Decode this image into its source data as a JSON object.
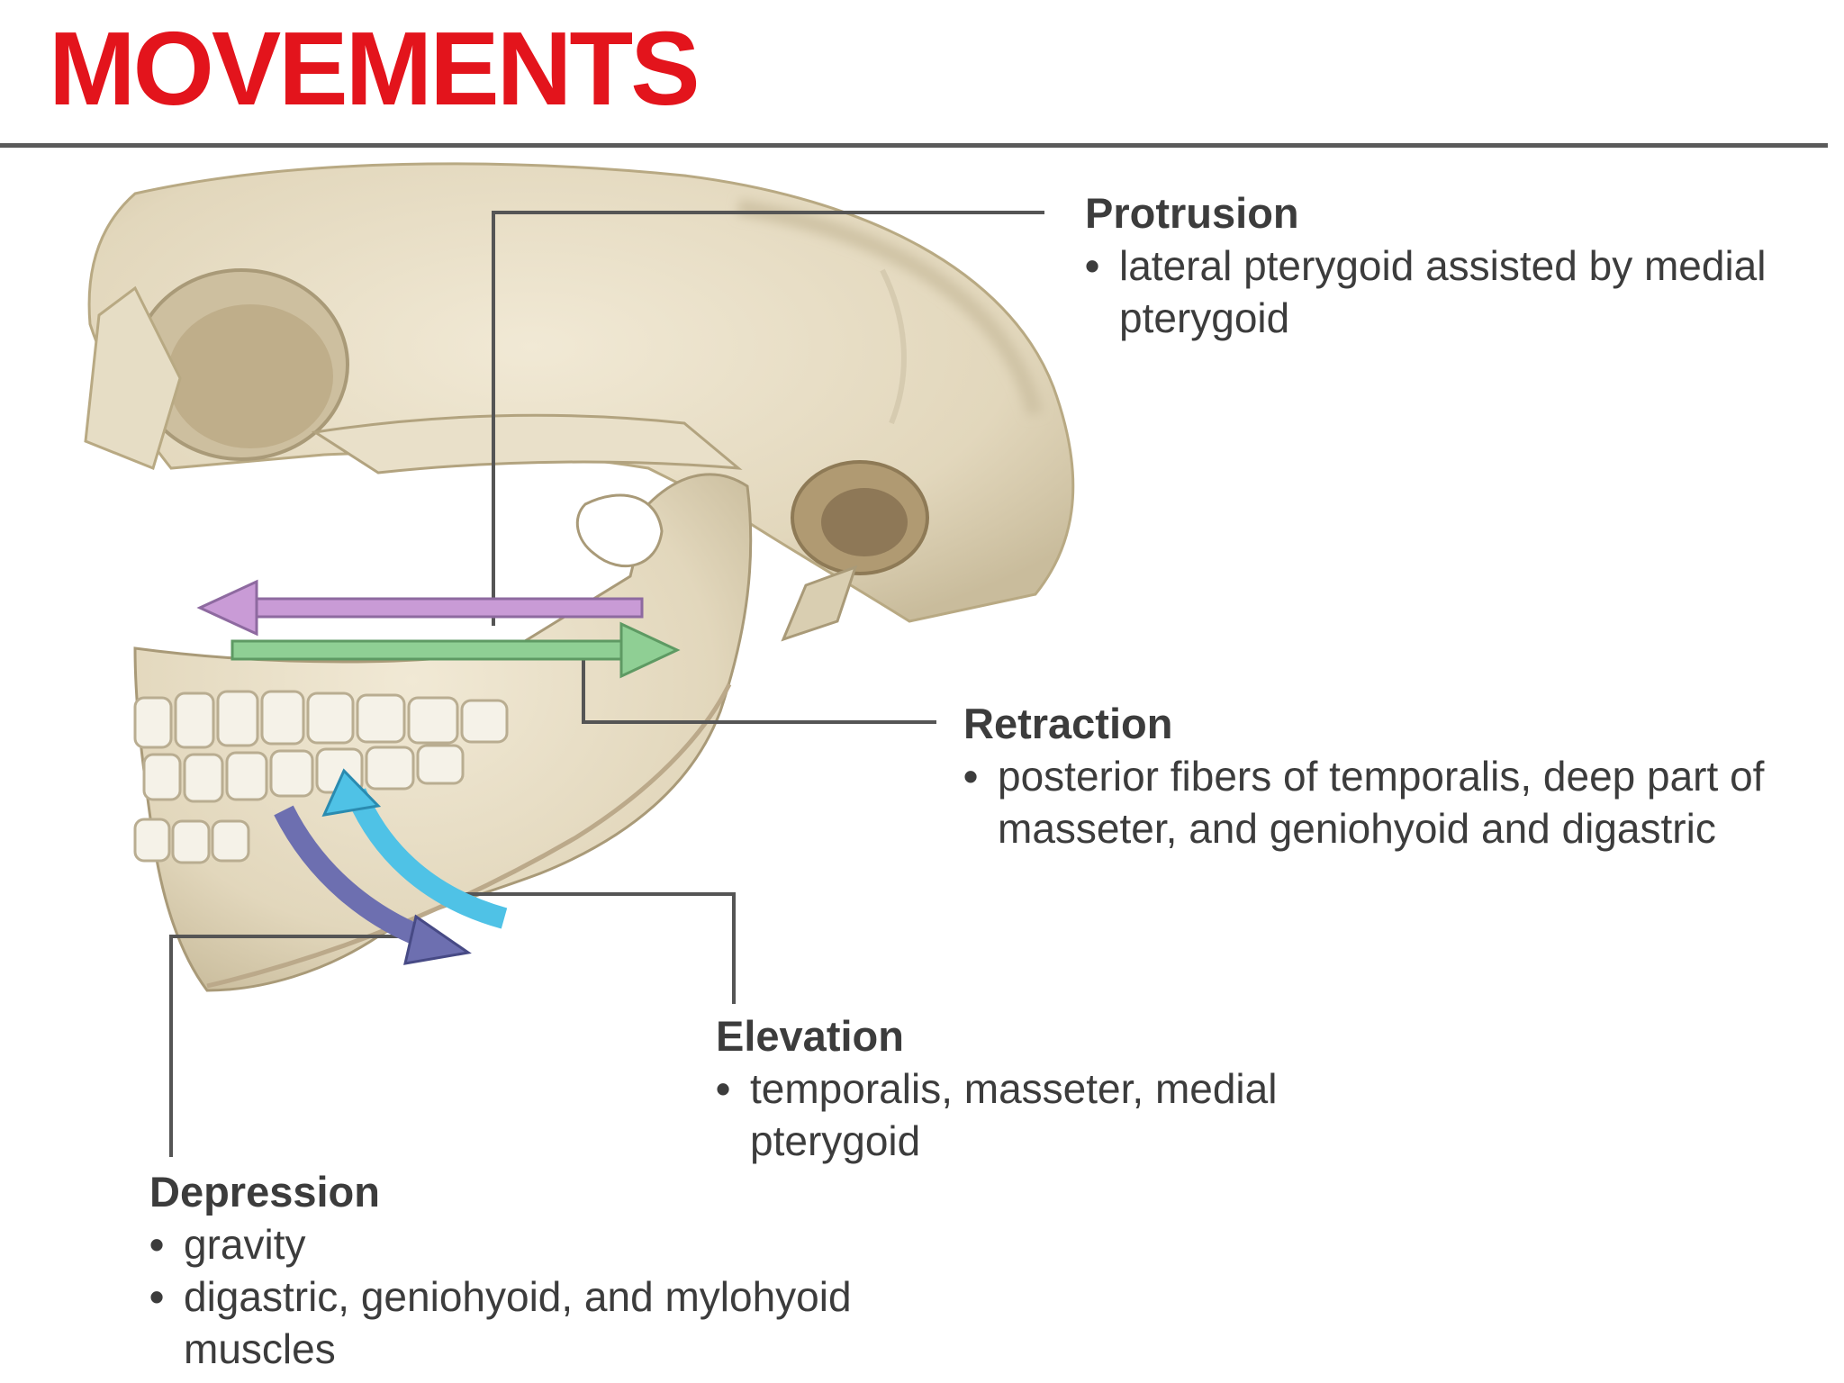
{
  "title": {
    "text": "MOVEMENTS",
    "color": "#e3141c"
  },
  "rule_color": "#5a5a5a",
  "movements": [
    {
      "name": "Protrusion",
      "bullets": [
        "lateral pterygoid assisted by medial pterygoid"
      ],
      "arrow_color": "#c99bd6"
    },
    {
      "name": "Retraction",
      "bullets": [
        "posterior fibers of temporalis, deep part of masseter, and geniohyoid and digastric"
      ],
      "arrow_color": "#8fcf94"
    },
    {
      "name": "Elevation",
      "bullets": [
        "temporalis, masseter, medial pterygoid"
      ],
      "arrow_color": "#4fc2e6"
    },
    {
      "name": "Depression",
      "bullets": [
        "gravity",
        "digastric, geniohyoid, and mylohyoid muscles"
      ],
      "arrow_color": "#6d6fb0"
    }
  ],
  "colors": {
    "bone": "#e6dcc3",
    "bone_shadow": "#c4b698",
    "teeth": "#f4f1e6",
    "leader": "#555555"
  }
}
